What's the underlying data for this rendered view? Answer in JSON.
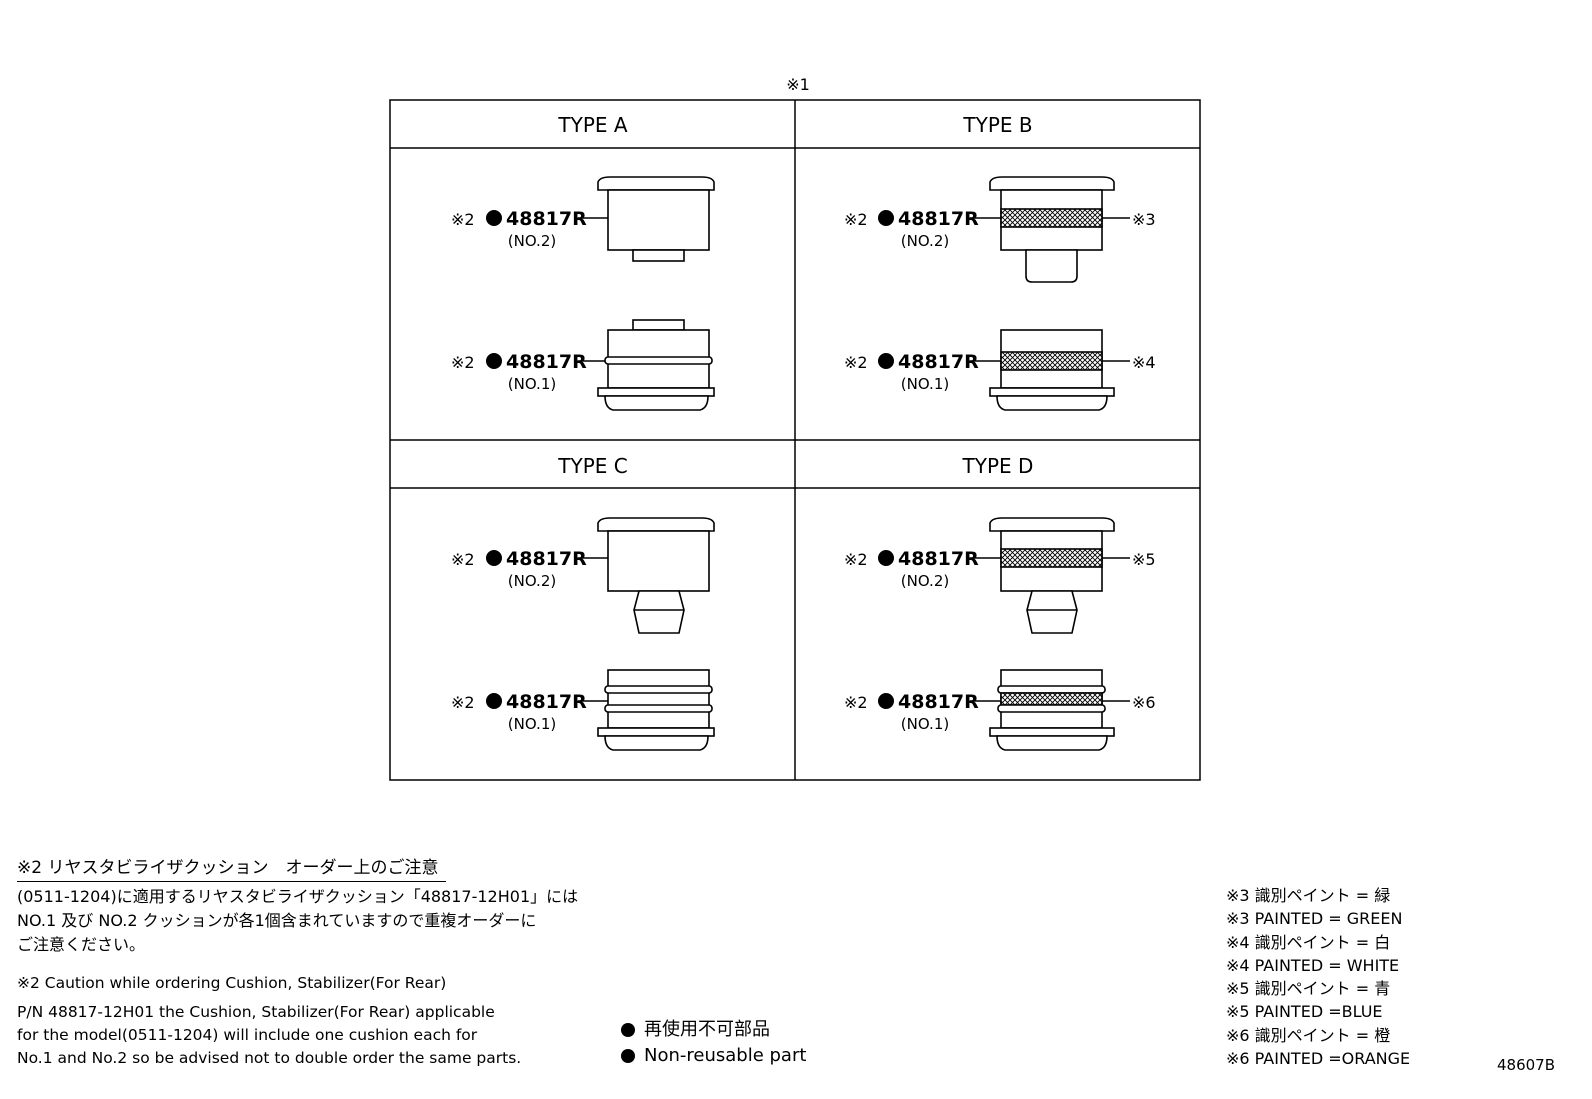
{
  "figure": {
    "top_ref": "※1",
    "types": [
      {
        "title": "TYPE A",
        "parts": [
          {
            "ref": "※2",
            "pn": "48817R",
            "sub": "(NO.2)",
            "paint": ""
          },
          {
            "ref": "※2",
            "pn": "48817R",
            "sub": "(NO.1)",
            "paint": ""
          }
        ]
      },
      {
        "title": "TYPE B",
        "parts": [
          {
            "ref": "※2",
            "pn": "48817R",
            "sub": "(NO.2)",
            "paint": "※3"
          },
          {
            "ref": "※2",
            "pn": "48817R",
            "sub": "(NO.1)",
            "paint": "※4"
          }
        ]
      },
      {
        "title": "TYPE C",
        "parts": [
          {
            "ref": "※2",
            "pn": "48817R",
            "sub": "(NO.2)",
            "paint": ""
          },
          {
            "ref": "※2",
            "pn": "48817R",
            "sub": "(NO.1)",
            "paint": ""
          }
        ]
      },
      {
        "title": "TYPE D",
        "parts": [
          {
            "ref": "※2",
            "pn": "48817R",
            "sub": "(NO.2)",
            "paint": "※5"
          },
          {
            "ref": "※2",
            "pn": "48817R",
            "sub": "(NO.1)",
            "paint": "※6"
          }
        ]
      }
    ]
  },
  "notes": {
    "jp_title": "※2 リヤスタビライザクッション　オーダー上のご注意",
    "jp_body": [
      "(0511-1204)に適用するリヤスタビライザクッション「48817-12H01」には",
      "NO.1 及び NO.2 クッションが各1個含まれていますので重複オーダーに",
      "ご注意ください。"
    ],
    "en_title": "※2 Caution while ordering Cushion, Stabilizer(For Rear)",
    "en_body": [
      "P/N 48817-12H01 the Cushion, Stabilizer(For Rear) applicable",
      "for the model(0511-1204) will include one cushion each for",
      "No.1 and No.2 so be advised not to double order the same parts."
    ]
  },
  "legend": {
    "jp": "再使用不可部品",
    "en": "Non-reusable part"
  },
  "paint_notes": [
    "※3 識別ペイント = 緑",
    "※3 PAINTED = GREEN",
    "※4 識別ペイント = 白",
    "※4 PAINTED = WHITE",
    "※5 識別ペイント = 青",
    "※5 PAINTED =BLUE",
    "※6 識別ペイント = 橙",
    "※6 PAINTED =ORANGE"
  ],
  "figure_code": "48607B"
}
